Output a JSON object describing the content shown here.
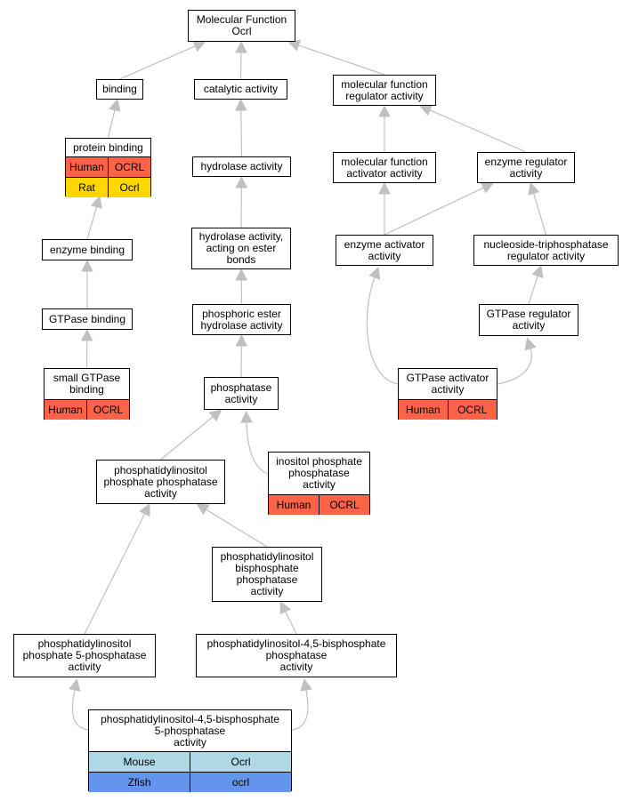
{
  "graph": {
    "colors": {
      "edge": "#c0c0c0",
      "human": "#ff6347",
      "rat": "#ffd700",
      "mouse": "#add8e6",
      "zfish": "#6495ed"
    },
    "nodes": {
      "mf": {
        "label": "Molecular Function\nOcrl"
      },
      "binding": {
        "label": "binding"
      },
      "catalytic": {
        "label": "catalytic activity"
      },
      "mfreg": {
        "label": "molecular function\nregulator activity"
      },
      "protein_binding": {
        "label": "protein binding",
        "orthologs": [
          {
            "species": "Human",
            "gene": "OCRL",
            "color": "human"
          },
          {
            "species": "Rat",
            "gene": "Ocrl",
            "color": "rat"
          }
        ]
      },
      "hydrolase": {
        "label": "hydrolase activity"
      },
      "mfact": {
        "label": "molecular function\nactivator activity"
      },
      "enzreg": {
        "label": "enzyme regulator\nactivity"
      },
      "enzyme_binding": {
        "label": "enzyme binding"
      },
      "hydro_ester": {
        "label": "hydrolase activity,\nacting on ester\nbonds"
      },
      "enzact": {
        "label": "enzyme activator\nactivity"
      },
      "ntpreg": {
        "label": "nucleoside-triphosphatase\nregulator activity"
      },
      "gtpase_binding": {
        "label": "GTPase binding"
      },
      "phos_ester": {
        "label": "phosphoric ester\nhydrolase activity"
      },
      "gtpreg": {
        "label": "GTPase regulator\nactivity"
      },
      "small_gtpase": {
        "label": "small GTPase\nbinding",
        "orthologs": [
          {
            "species": "Human",
            "gene": "OCRL",
            "color": "human"
          }
        ]
      },
      "phosphatase": {
        "label": "phosphatase\nactivity"
      },
      "gtpact": {
        "label": "GTPase activator\nactivity",
        "orthologs": [
          {
            "species": "Human",
            "gene": "OCRL",
            "color": "human"
          }
        ]
      },
      "pip_phos": {
        "label": "phosphatidylinositol\nphosphate phosphatase\nactivity"
      },
      "inositol": {
        "label": "inositol phosphate\nphosphatase\nactivity",
        "orthologs": [
          {
            "species": "Human",
            "gene": "OCRL",
            "color": "human"
          }
        ]
      },
      "pibis": {
        "label": "phosphatidylinositol\nbisphosphate\nphosphatase\nactivity"
      },
      "pip5": {
        "label": "phosphatidylinositol\nphosphate 5-phosphatase\nactivity"
      },
      "pi45": {
        "label": "phosphatidylinositol-4,5-bisphosphate\nphosphatase\nactivity"
      },
      "pi45_5": {
        "label": "phosphatidylinositol-4,5-bisphosphate\n5-phosphatase\nactivity",
        "orthologs": [
          {
            "species": "Mouse",
            "gene": "Ocrl",
            "color": "mouse"
          },
          {
            "species": "Zfish",
            "gene": "ocrl",
            "color": "zfish"
          }
        ]
      }
    },
    "edges": [
      [
        "binding",
        "mf"
      ],
      [
        "catalytic",
        "mf"
      ],
      [
        "mfreg",
        "mf"
      ],
      [
        "protein_binding",
        "binding"
      ],
      [
        "hydrolase",
        "catalytic"
      ],
      [
        "mfact",
        "mfreg"
      ],
      [
        "enzreg",
        "mfreg"
      ],
      [
        "enzyme_binding",
        "protein_binding"
      ],
      [
        "hydro_ester",
        "hydrolase"
      ],
      [
        "enzact",
        "mfact"
      ],
      [
        "enzact",
        "enzreg"
      ],
      [
        "ntpreg",
        "enzreg"
      ],
      [
        "gtpase_binding",
        "enzyme_binding"
      ],
      [
        "phos_ester",
        "hydro_ester"
      ],
      [
        "gtpreg",
        "ntpreg"
      ],
      [
        "small_gtpase",
        "gtpase_binding"
      ],
      [
        "phosphatase",
        "phos_ester"
      ],
      [
        "gtpact",
        "enzact"
      ],
      [
        "gtpact",
        "gtpreg"
      ],
      [
        "pip_phos",
        "phosphatase"
      ],
      [
        "inositol",
        "phosphatase"
      ],
      [
        "pibis",
        "pip_phos"
      ],
      [
        "pip5",
        "pip_phos"
      ],
      [
        "pi45",
        "pibis"
      ],
      [
        "pi45_5",
        "pip5"
      ],
      [
        "pi45_5",
        "pi45"
      ]
    ]
  }
}
